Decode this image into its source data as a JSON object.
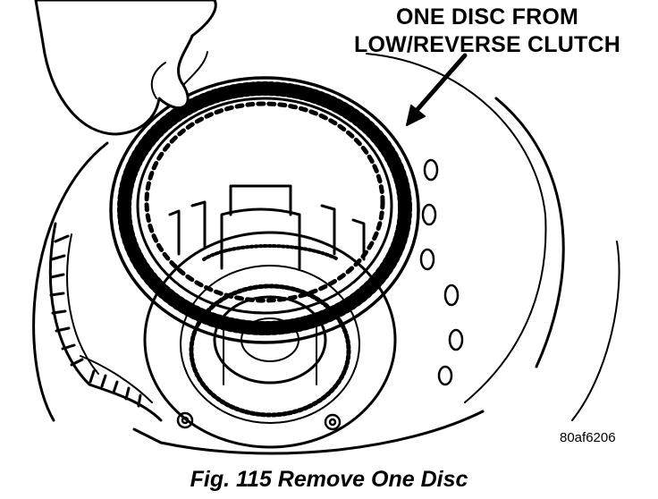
{
  "callout": {
    "line1": "ONE DISC FROM",
    "line2": "LOW/REVERSE CLUTCH"
  },
  "figure_id": "80af6206",
  "caption": "Fig. 115 Remove One Disc",
  "colors": {
    "ink": "#000000",
    "paper": "#ffffff"
  }
}
